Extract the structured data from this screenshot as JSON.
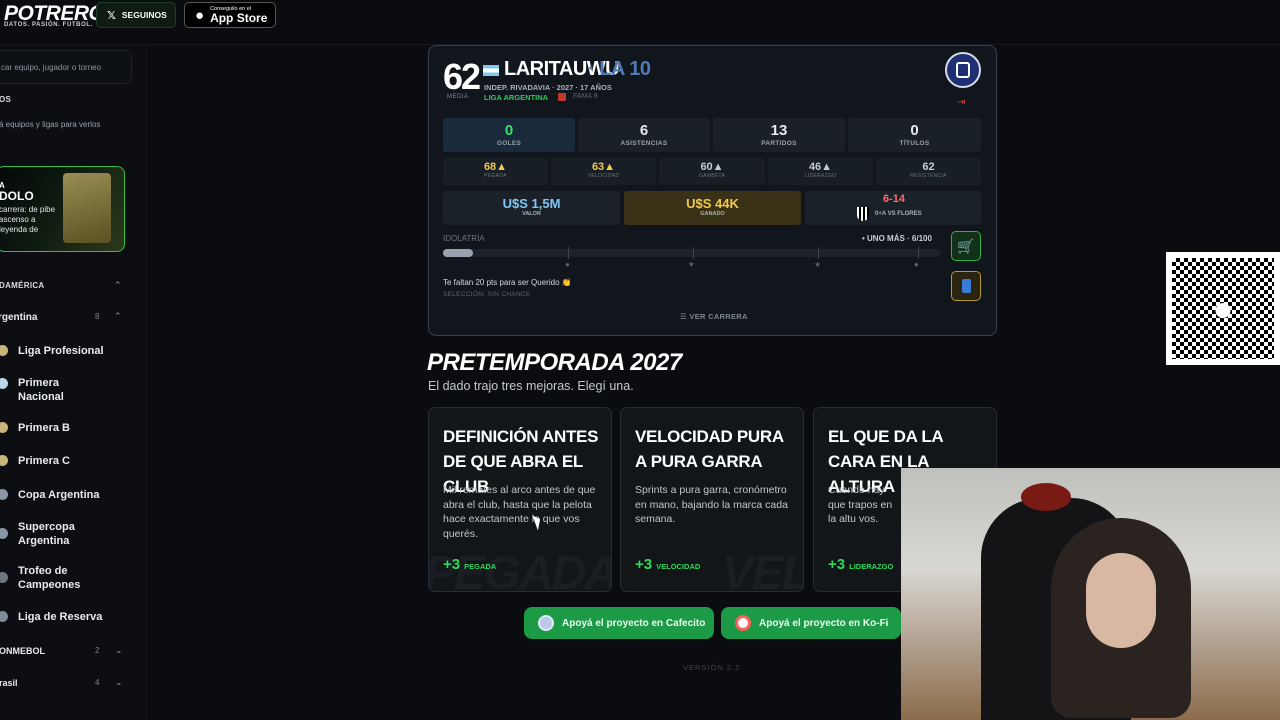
{
  "header": {
    "logo": "POTRERO",
    "tagline": "DATOS. PASIÓN. FÚTBOL.",
    "follow_btn": "SEGUINOS",
    "appstore_top": "Conseguilo en el",
    "appstore_main": "App Store"
  },
  "sidebar": {
    "search_placeholder": "car equipo, jugador o torneo",
    "favorites_title": "OS",
    "favorites_hint": "á equipos y ligas para verlos",
    "promo_line1": "A",
    "promo_line2": "DOLO",
    "promo_desc": "carrera: de pibe ascenso a leyenda de",
    "region": "DAMÉRICA",
    "country": "rgentina",
    "country_count": "8",
    "leagues": [
      "Liga Profesional",
      "Primera Nacional",
      "Primera B",
      "Primera C",
      "Copa Argentina",
      "Supercopa Argentina",
      "Trofeo de Campeones",
      "Liga de Reserva"
    ],
    "conmebol": "ONMEBOL",
    "conmebol_count": "2",
    "brasil": "rasil",
    "brasil_count": "4"
  },
  "player": {
    "rating": "62",
    "rating_label": "MEDIA",
    "name": "LARITAUWU",
    "nickname": "· LA 10",
    "club_line": "INDEP. RIVADAVIA · 2027 · 17 AÑOS",
    "league": "LIGA ARGENTINA",
    "fame": "FAMA 8",
    "stats": [
      {
        "value": "0",
        "label": "GOLES",
        "color": "#3be06a"
      },
      {
        "value": "6",
        "label": "ASISTENCIAS",
        "color": "#ffffff"
      },
      {
        "value": "13",
        "label": "PARTIDOS",
        "color": "#ffffff"
      },
      {
        "value": "0",
        "label": "TÍTULOS",
        "color": "#ffffff"
      }
    ],
    "attributes": [
      {
        "value": "68▲",
        "label": "PEGADA",
        "color": "#f2c94c"
      },
      {
        "value": "63▲",
        "label": "VELOCIDAD",
        "color": "#f2c94c"
      },
      {
        "value": "60▲",
        "label": "GAMBETA",
        "color": "#c5cbd2"
      },
      {
        "value": "46▲",
        "label": "LIDERAZGO",
        "color": "#c5cbd2"
      },
      {
        "value": "62",
        "label": "RESISTENCIA",
        "color": "#c5cbd2"
      }
    ],
    "value_amount": "U$S 1,5M",
    "value_label": "VALOR",
    "earned_amount": "U$S 44K",
    "earned_label": "GANADO",
    "last_result": "6-14",
    "last_result_label": "0+A VS FLORES",
    "idolatry_label": "IDOLATRÍA",
    "idolatry_status": "• UNO MÁS · 6/100",
    "idolatry_progress": 0.06,
    "tip": "Te faltan 20 pts para ser Querido 👏",
    "selection": "SELECCIÓN: SIN CHANCE",
    "career_link": "☰ VER CARRERA"
  },
  "preseason": {
    "title": "PRETEMPORADA 2027",
    "subtitle": "El dado trajo tres mejoras. Elegí una.",
    "options": [
      {
        "title": "DEFINICIÓN ANTES DE QUE ABRA EL CLUB",
        "desc": "Mil remates al arco antes de que abra el club, hasta que la pelota hace exactamente lo que vos querés.",
        "bonus": "+3",
        "attr": "PEGADA",
        "watermark": "PEGADA"
      },
      {
        "title": "VELOCIDAD PURA A PURA GARRA",
        "desc": "Sprints a pura garra, cronómetro en mano, bajando la marca cada semana.",
        "bonus": "+3",
        "attr": "VELOCIDAD",
        "watermark": "VEL"
      },
      {
        "title": "EL QUE DA LA CARA EN LA ALTURA",
        "desc": "Cuando hay que trapos en la altu vos.",
        "bonus": "+3",
        "attr": "LIDERAZGO",
        "watermark": ""
      }
    ]
  },
  "support": {
    "cafecito": "Apoyá el proyecto en Cafecito",
    "kofi": "Apoyá el proyecto en Ko-Fi"
  },
  "version": "VERSIÓN 2.2"
}
